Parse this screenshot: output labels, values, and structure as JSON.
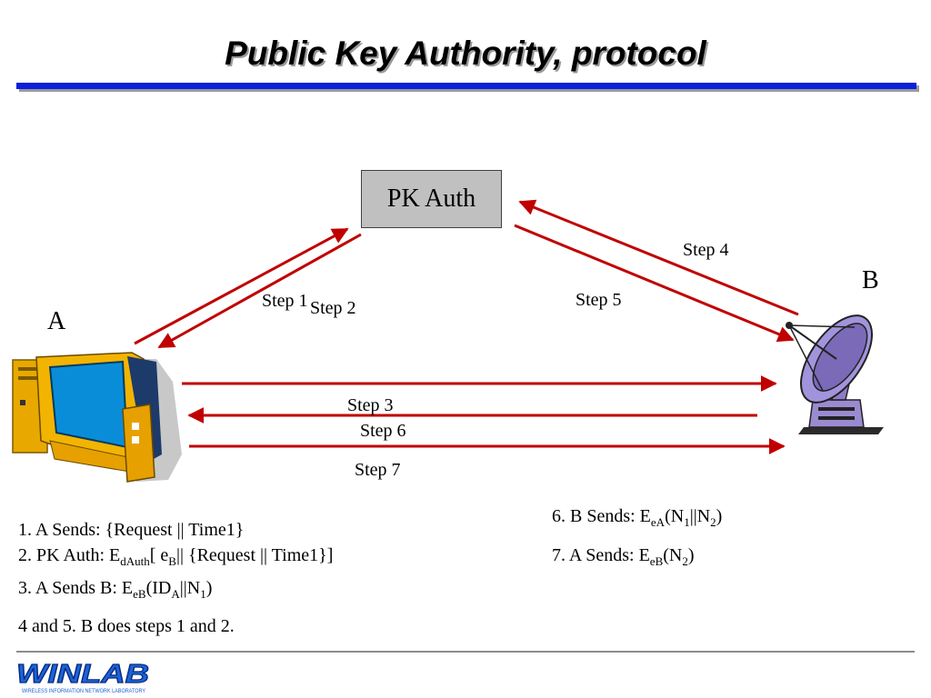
{
  "title": "Public Key Authority, protocol",
  "pk_box": "PK Auth",
  "node_a": "A",
  "node_b": "B",
  "steps": {
    "s1": "Step 1",
    "s2": "Step 2",
    "s3": "Step 3",
    "s4": "Step 4",
    "s5": "Step 5",
    "s6": "Step 6",
    "s7": "Step 7"
  },
  "desc": {
    "l1": "1. A Sends: {Request || Time1}",
    "l2": {
      "a": "2. PK Auth: E",
      "sub1": "dAuth",
      "b": "[ e",
      "sub2": "B",
      "c": "|| {Request || Time1}]"
    },
    "l3": {
      "a": "3. A Sends B: E",
      "sub1": "eB",
      "b": "(ID",
      "sub2": "A",
      "c": "||N",
      "sub3": "1",
      "d": ")"
    },
    "l4": "4 and 5. B does steps 1 and 2.",
    "l6": {
      "a": "6. B Sends: E",
      "sub1": "eA",
      "b": "(N",
      "sub2": "1",
      "c": "||N",
      "sub3": "2",
      "d": ")"
    },
    "l7": {
      "a": "7. A Sends: E",
      "sub1": "eB",
      "b": "(N",
      "sub2": "2",
      "c": ")"
    }
  },
  "logo": {
    "name": "WINLAB",
    "tagline": "WIRELESS INFORMATION NETWORK LABORATORY"
  },
  "colors": {
    "arrow": "#c00000",
    "rule": "#0a1edc",
    "box": "#c0c0c0"
  }
}
